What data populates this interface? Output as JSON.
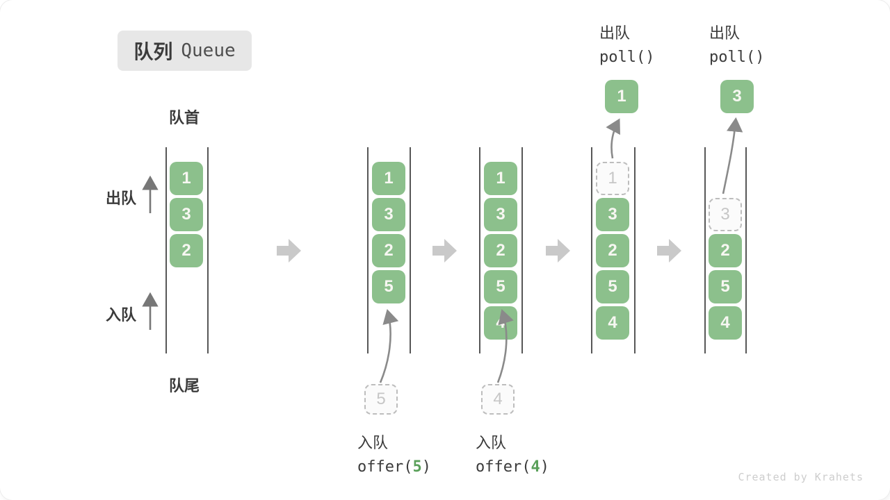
{
  "title": {
    "zh": "队列",
    "en": "Queue"
  },
  "side_labels": {
    "front": "队首",
    "rear": "队尾",
    "dequeue": "出队",
    "enqueue": "入队"
  },
  "states": [
    {
      "items": [
        "1",
        "3",
        "2"
      ]
    },
    {
      "items": [
        "1",
        "3",
        "2",
        "5"
      ],
      "pending_value": "5"
    },
    {
      "items": [
        "1",
        "3",
        "2",
        "5",
        "4"
      ],
      "pending_value": "4"
    },
    {
      "removed": "1",
      "items": [
        "3",
        "2",
        "5",
        "4"
      ],
      "popped": "1"
    },
    {
      "removed": "3",
      "items": [
        "2",
        "5",
        "4"
      ],
      "popped": "3"
    }
  ],
  "operations": {
    "enqueue5": {
      "label": "入队",
      "code_prefix": "offer(",
      "arg": "5",
      "code_suffix": ")"
    },
    "enqueue4": {
      "label": "入队",
      "code_prefix": "offer(",
      "arg": "4",
      "code_suffix": ")"
    },
    "poll1": {
      "label": "出队",
      "code": "poll()"
    },
    "poll2": {
      "label": "出队",
      "code": "poll()"
    }
  },
  "colors": {
    "box_green": "#8CC08C",
    "arg_green": "#5aa05a",
    "block_arrow_gray": "#c9c9c9"
  },
  "watermark": "Created by Krahets"
}
